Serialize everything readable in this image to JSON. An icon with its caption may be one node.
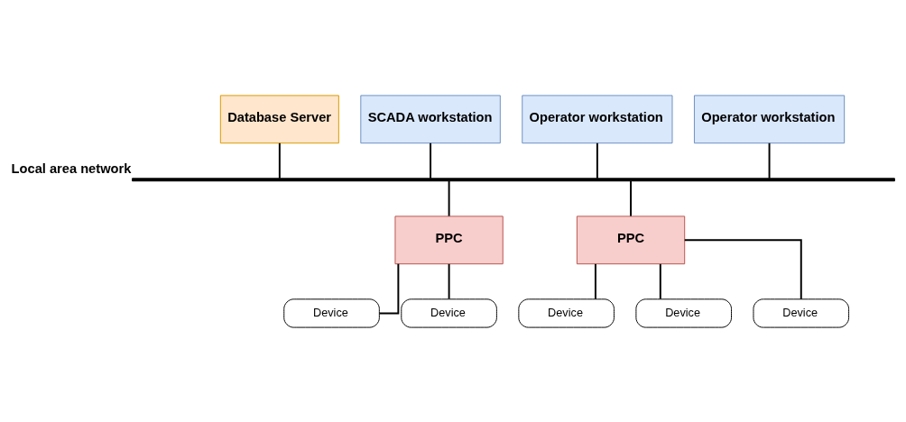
{
  "diagram": {
    "nodes": [
      {
        "text": [
          "Database Server"
        ]
      },
      {
        "text": [
          "SCADA workstation"
        ]
      },
      {
        "text": [
          "Operator workstation"
        ]
      },
      {
        "text": [
          "Operator workstation"
        ]
      },
      {
        "text": [
          "Local area network"
        ]
      },
      {
        "text": [
          "PPC"
        ]
      },
      {
        "text": [
          "PPC"
        ]
      },
      {
        "text": [
          "Device"
        ]
      },
      {
        "text": [
          "Device"
        ]
      },
      {
        "text": [
          "Device"
        ]
      },
      {
        "text": [
          "Device"
        ]
      },
      {
        "text": [
          "Device"
        ]
      }
    ],
    "edges": [
      {
        "from": 0,
        "to": 4,
        "arrow": "none"
      },
      {
        "from": 1,
        "to": 4,
        "arrow": "none"
      },
      {
        "from": 2,
        "to": 4,
        "arrow": "none"
      },
      {
        "from": 3,
        "to": 4,
        "arrow": "none"
      },
      {
        "from": 4,
        "to": 5,
        "arrow": "none"
      },
      {
        "from": 4,
        "to": 6,
        "arrow": "none"
      },
      {
        "from": 5,
        "to": 7,
        "arrow": "none"
      },
      {
        "from": 5,
        "to": 8,
        "arrow": "none"
      },
      {
        "from": 6,
        "to": 9,
        "arrow": "none"
      },
      {
        "from": 6,
        "to": 10,
        "arrow": "none"
      },
      {
        "from": 6,
        "to": 11,
        "arrow": "none"
      }
    ]
  }
}
